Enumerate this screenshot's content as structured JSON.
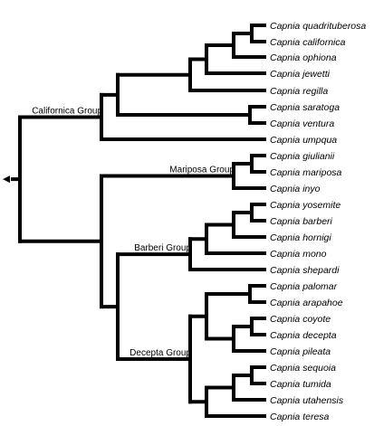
{
  "tree": {
    "line_color": "#000000",
    "root_marker": "left-arrow-icon",
    "groups": [
      {
        "key": "californica",
        "label": "Californica Group"
      },
      {
        "key": "mariposa",
        "label": "Mariposa Group"
      },
      {
        "key": "barberi",
        "label": "Barberi Group"
      },
      {
        "key": "decepta",
        "label": "Decepta Group"
      }
    ],
    "leaves": [
      "Capnia quadrituberosa",
      "Capnia californica",
      "Capnia ophiona",
      "Capnia jewetti",
      "Capnia regilla",
      "Capnia saratoga",
      "Capnia ventura",
      "Capnia umpqua",
      "Capnia giulianii",
      "Capnia mariposa",
      "Capnia inyo",
      "Capnia yosemite",
      "Capnia barberi",
      "Capnia hornigi",
      "Capnia mono",
      "Capnia shepardi",
      "Capnia palomar",
      "Capnia arapahoe",
      "Capnia coyote",
      "Capnia decepta",
      "Capnia pileata",
      "Capnia sequoia",
      "Capnia tumida",
      "Capnia utahensis",
      "Capnia teresa"
    ]
  }
}
